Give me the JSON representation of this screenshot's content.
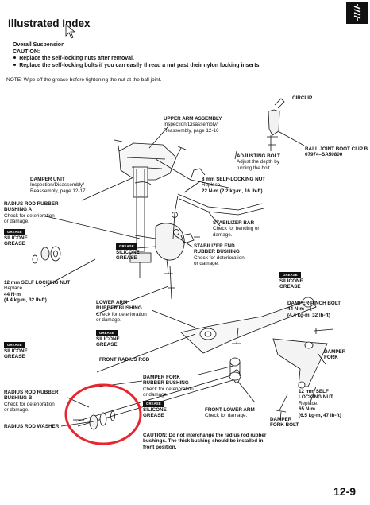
{
  "header": {
    "title": "Illustrated Index"
  },
  "intro": {
    "heading": "Overall Suspension",
    "caution_label": "CAUTION:",
    "bullets": [
      "Replace the self-locking nuts after removal.",
      "Replace the self-locking bolts if you can easily thread a nut past their nylon locking inserts."
    ],
    "note": "NOTE: Wipe off the grease before tightening the nut at the ball joint."
  },
  "grease_badge": "GREASE",
  "labels": {
    "circlip": "CIRCLIP",
    "upper_arm": [
      "UPPER ARM ASSEMBLY",
      "Inspection/Disassembly/",
      "Reassembly, page 12-16"
    ],
    "adjusting_bolt": [
      "ADJUSTING BOLT",
      "Adjust the depth by",
      "turning the bolt."
    ],
    "ball_joint_clip": [
      "BALL JOINT BOOT CLIP B",
      "07974–SA50800"
    ],
    "damper_unit": [
      "DAMPER UNIT",
      "Inspection/Disassembly/",
      "Reassembly, page 12-17"
    ],
    "self_locking_8": [
      "8 mm SELF-LOCKING NUT",
      "Replace.",
      "22 N·m (2.2 kg-m, 16 lb-ft)"
    ],
    "radius_bushing_a": [
      "RADIUS ROD RUBBER",
      "BUSHING A",
      "Check for deterioration",
      "or damage."
    ],
    "silicone_grease": [
      "SILICONE",
      "GREASE"
    ],
    "stabilizer_bar": [
      "STABILIZER BAR",
      "Check for bending or",
      "damage."
    ],
    "stabilizer_end": [
      "STABILIZER END",
      "RUBBER BUSHING",
      "Check for deterioration",
      "or damage."
    ],
    "self_locking_12": [
      "12 mm SELF LOCKING NUT",
      "Replace.",
      "44 N·m",
      "(4.4 kg-m, 32 lb-ft)"
    ],
    "lower_arm": [
      "LOWER ARM",
      "RUBBER BUSHING",
      "Check for deterioration",
      "or damage."
    ],
    "damper_pinch": [
      "DAMPER PINCH BOLT",
      "44 N·m",
      "(4.4 kg-m, 32 lb-ft)"
    ],
    "damper_fork": [
      "DAMPER",
      "FORK"
    ],
    "front_radius": "FRONT RADIUS ROD",
    "damper_fork_bushing": [
      "DAMPER FORK",
      "RUBBER BUSHING",
      "Check for deterioration",
      "or damage."
    ],
    "radius_bushing_b": [
      "RADIUS ROD RUBBER",
      "BUSHING B",
      "Check for deterioration",
      "or damage."
    ],
    "front_lower_arm": [
      "FRONT LOWER ARM",
      "Check for damage."
    ],
    "self_locking_12_right": [
      "12 mm SELF",
      "LOCKING NUT",
      "Replace.",
      "65 N·m",
      "(6.5 kg-m, 47 lb-ft)"
    ],
    "damper_fork_bolt": [
      "DAMPER",
      "FORK BOLT"
    ],
    "radius_washer": "RADIUS ROD WASHER",
    "caution_bottom": [
      "CAUTION: Do not interchange the radius rod rubber",
      "bushings. The thick bushing should be installed in",
      "front position."
    ]
  },
  "page_number": "12-9",
  "colors": {
    "ink": "#111111",
    "highlight_circle": "#e8262b"
  }
}
